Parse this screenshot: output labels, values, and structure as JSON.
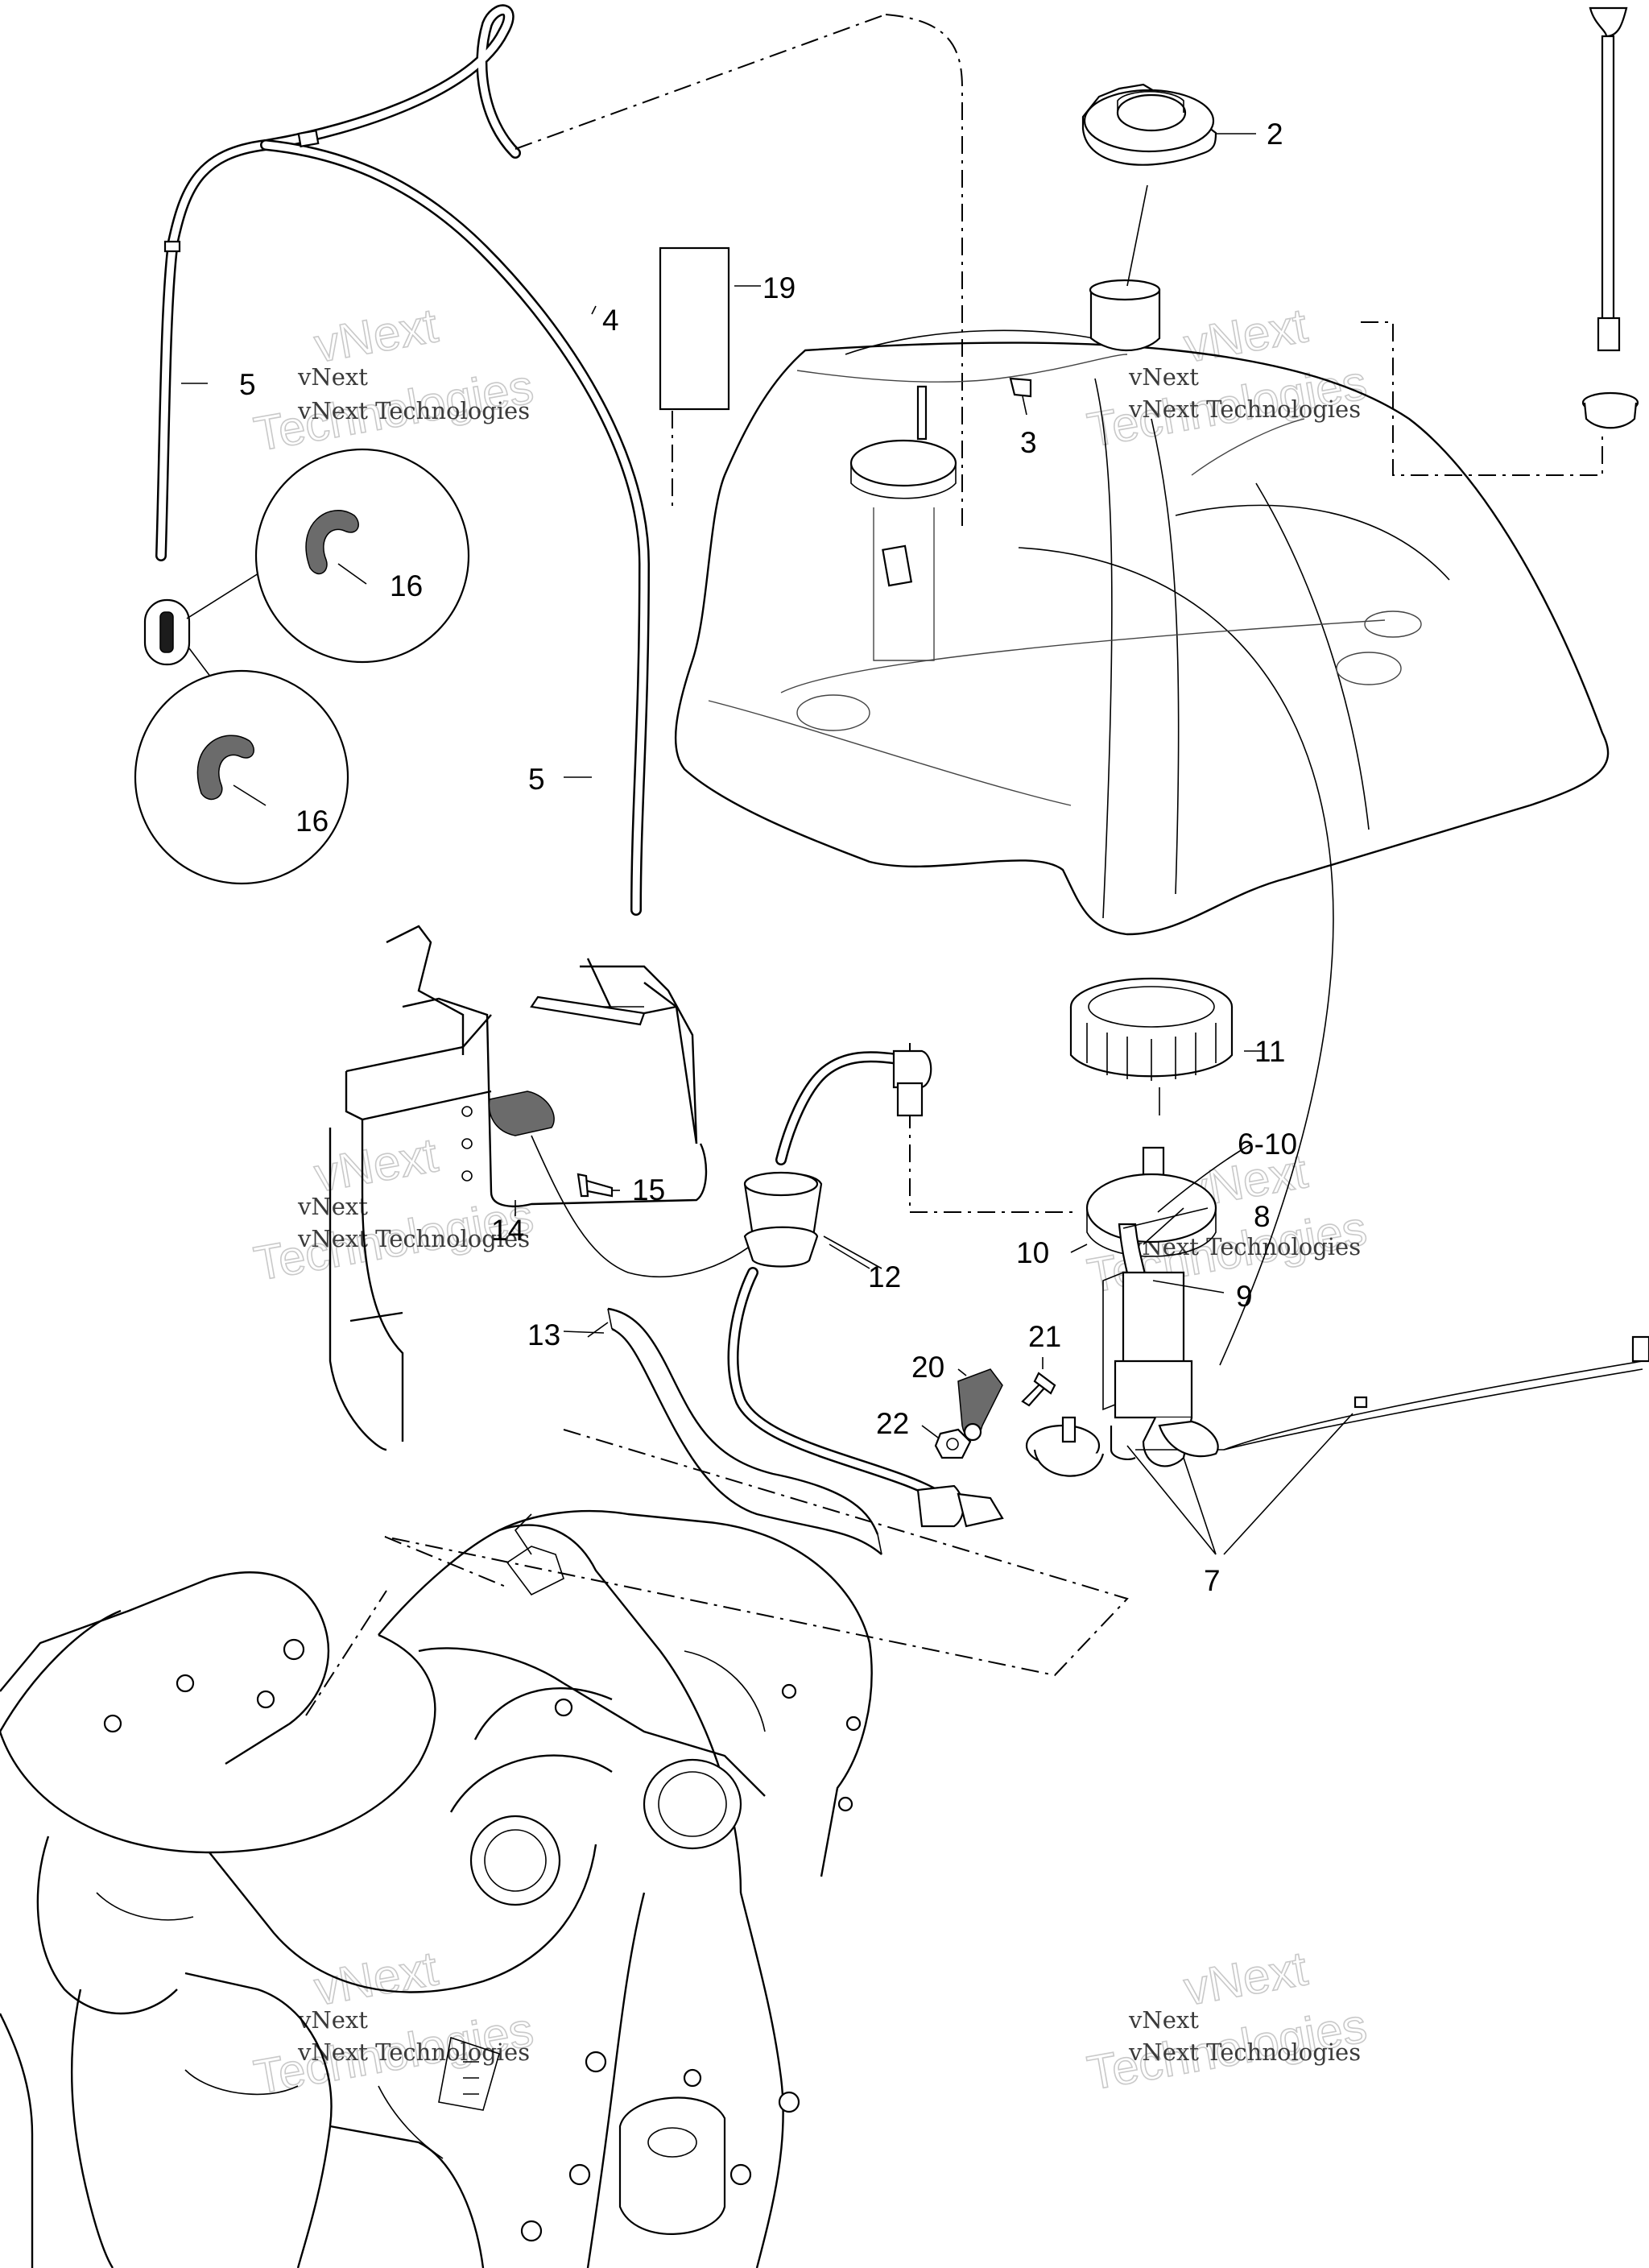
{
  "callouts": {
    "c2": "2",
    "c3": "3",
    "c4": "4",
    "c5a": "5",
    "c5b": "5",
    "c6_10": "6-10",
    "c7": "7",
    "c8": "8",
    "c9": "9",
    "c10": "10",
    "c11": "11",
    "c12": "12",
    "c13": "13",
    "c14": "14",
    "c15": "15",
    "c16a": "16",
    "c16b": "16",
    "c19": "19",
    "c20": "20",
    "c21": "21",
    "c22": "22"
  },
  "watermark": {
    "company": "vNext Technologies",
    "line1": "vNext",
    "line2": "Technologies"
  },
  "colors": {
    "ink": "#000000",
    "background": "#ffffff",
    "watermark_outline": "#c9c9c9"
  }
}
